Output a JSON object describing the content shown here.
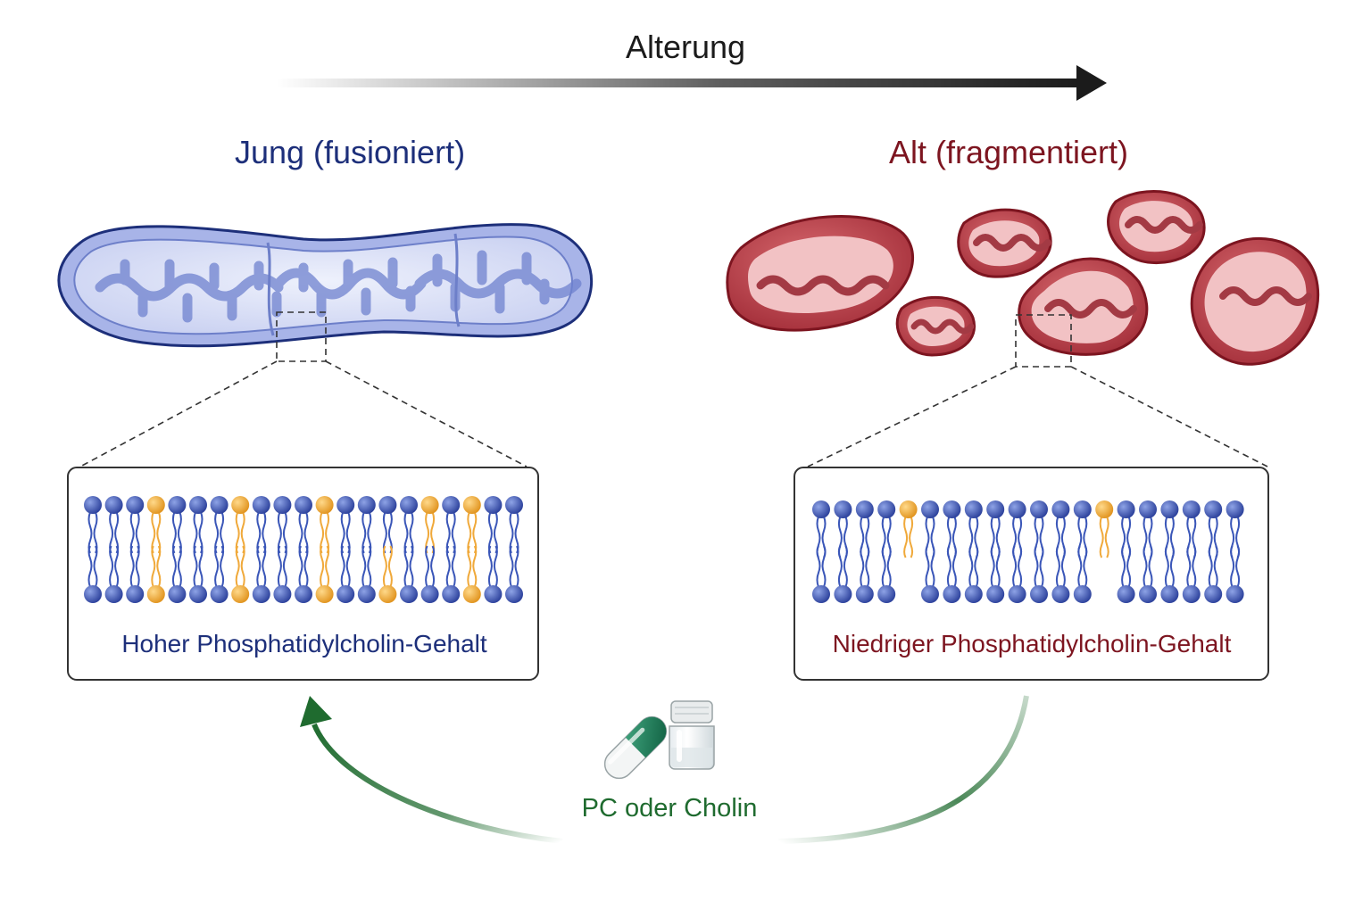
{
  "diagram": {
    "aging_label": "Alterung",
    "young": {
      "title": "Jung (fusioniert)",
      "membrane_label": "Hoher Phosphatidylcholin-Gehalt"
    },
    "old": {
      "title": "Alt (fragmentiert)",
      "membrane_label": "Niedriger Phosphatidylcholin-Gehalt"
    },
    "treatment_label": "PC oder Cholin",
    "colors": {
      "young": "#1d2f7a",
      "old": "#7d1520",
      "pc_lipid": "#f0a93a",
      "treatment": "#1f6b2f",
      "arrow": "#1b1b1b"
    },
    "icons": [
      "capsule-icon",
      "vial-icon"
    ]
  }
}
